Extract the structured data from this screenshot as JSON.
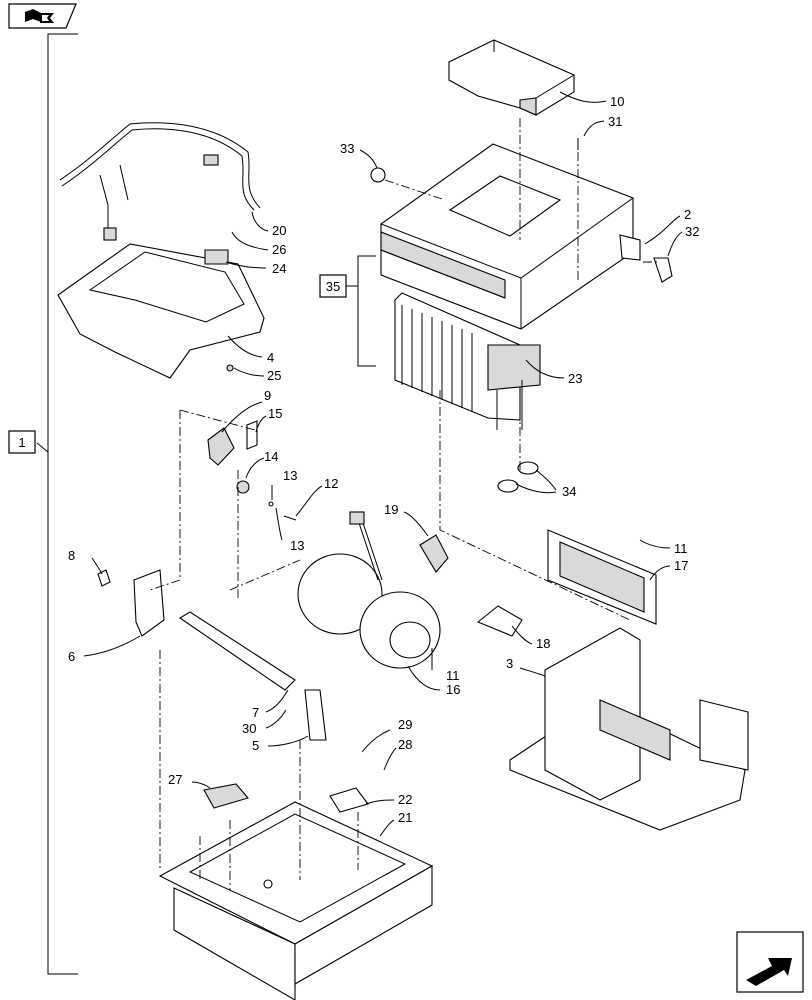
{
  "icons": {
    "top_left": "book-reference-icon",
    "bottom_right": "next-page-arrow-icon"
  },
  "assembly_label": "1",
  "subassembly_label": "35",
  "callouts": [
    {
      "id": "c10",
      "text": "10"
    },
    {
      "id": "c31",
      "text": "31"
    },
    {
      "id": "c33",
      "text": "33"
    },
    {
      "id": "c2",
      "text": "2"
    },
    {
      "id": "c32",
      "text": "32"
    },
    {
      "id": "c20",
      "text": "20"
    },
    {
      "id": "c26",
      "text": "26"
    },
    {
      "id": "c24",
      "text": "24"
    },
    {
      "id": "c4",
      "text": "4"
    },
    {
      "id": "c25",
      "text": "25"
    },
    {
      "id": "c23",
      "text": "23"
    },
    {
      "id": "c9",
      "text": "9"
    },
    {
      "id": "c15",
      "text": "15"
    },
    {
      "id": "c14",
      "text": "14"
    },
    {
      "id": "c13a",
      "text": "13"
    },
    {
      "id": "c12",
      "text": "12"
    },
    {
      "id": "c13b",
      "text": "13"
    },
    {
      "id": "c34",
      "text": "34"
    },
    {
      "id": "c19",
      "text": "19"
    },
    {
      "id": "c11a",
      "text": "11"
    },
    {
      "id": "c17",
      "text": "17"
    },
    {
      "id": "c8",
      "text": "8"
    },
    {
      "id": "c18",
      "text": "18"
    },
    {
      "id": "c6",
      "text": "6"
    },
    {
      "id": "c3",
      "text": "3"
    },
    {
      "id": "c11b",
      "text": "11"
    },
    {
      "id": "c16",
      "text": "16"
    },
    {
      "id": "c7",
      "text": "7"
    },
    {
      "id": "c30",
      "text": "30"
    },
    {
      "id": "c29",
      "text": "29"
    },
    {
      "id": "c5",
      "text": "5"
    },
    {
      "id": "c28",
      "text": "28"
    },
    {
      "id": "c27",
      "text": "27"
    },
    {
      "id": "c22",
      "text": "22"
    },
    {
      "id": "c21",
      "text": "21"
    }
  ]
}
